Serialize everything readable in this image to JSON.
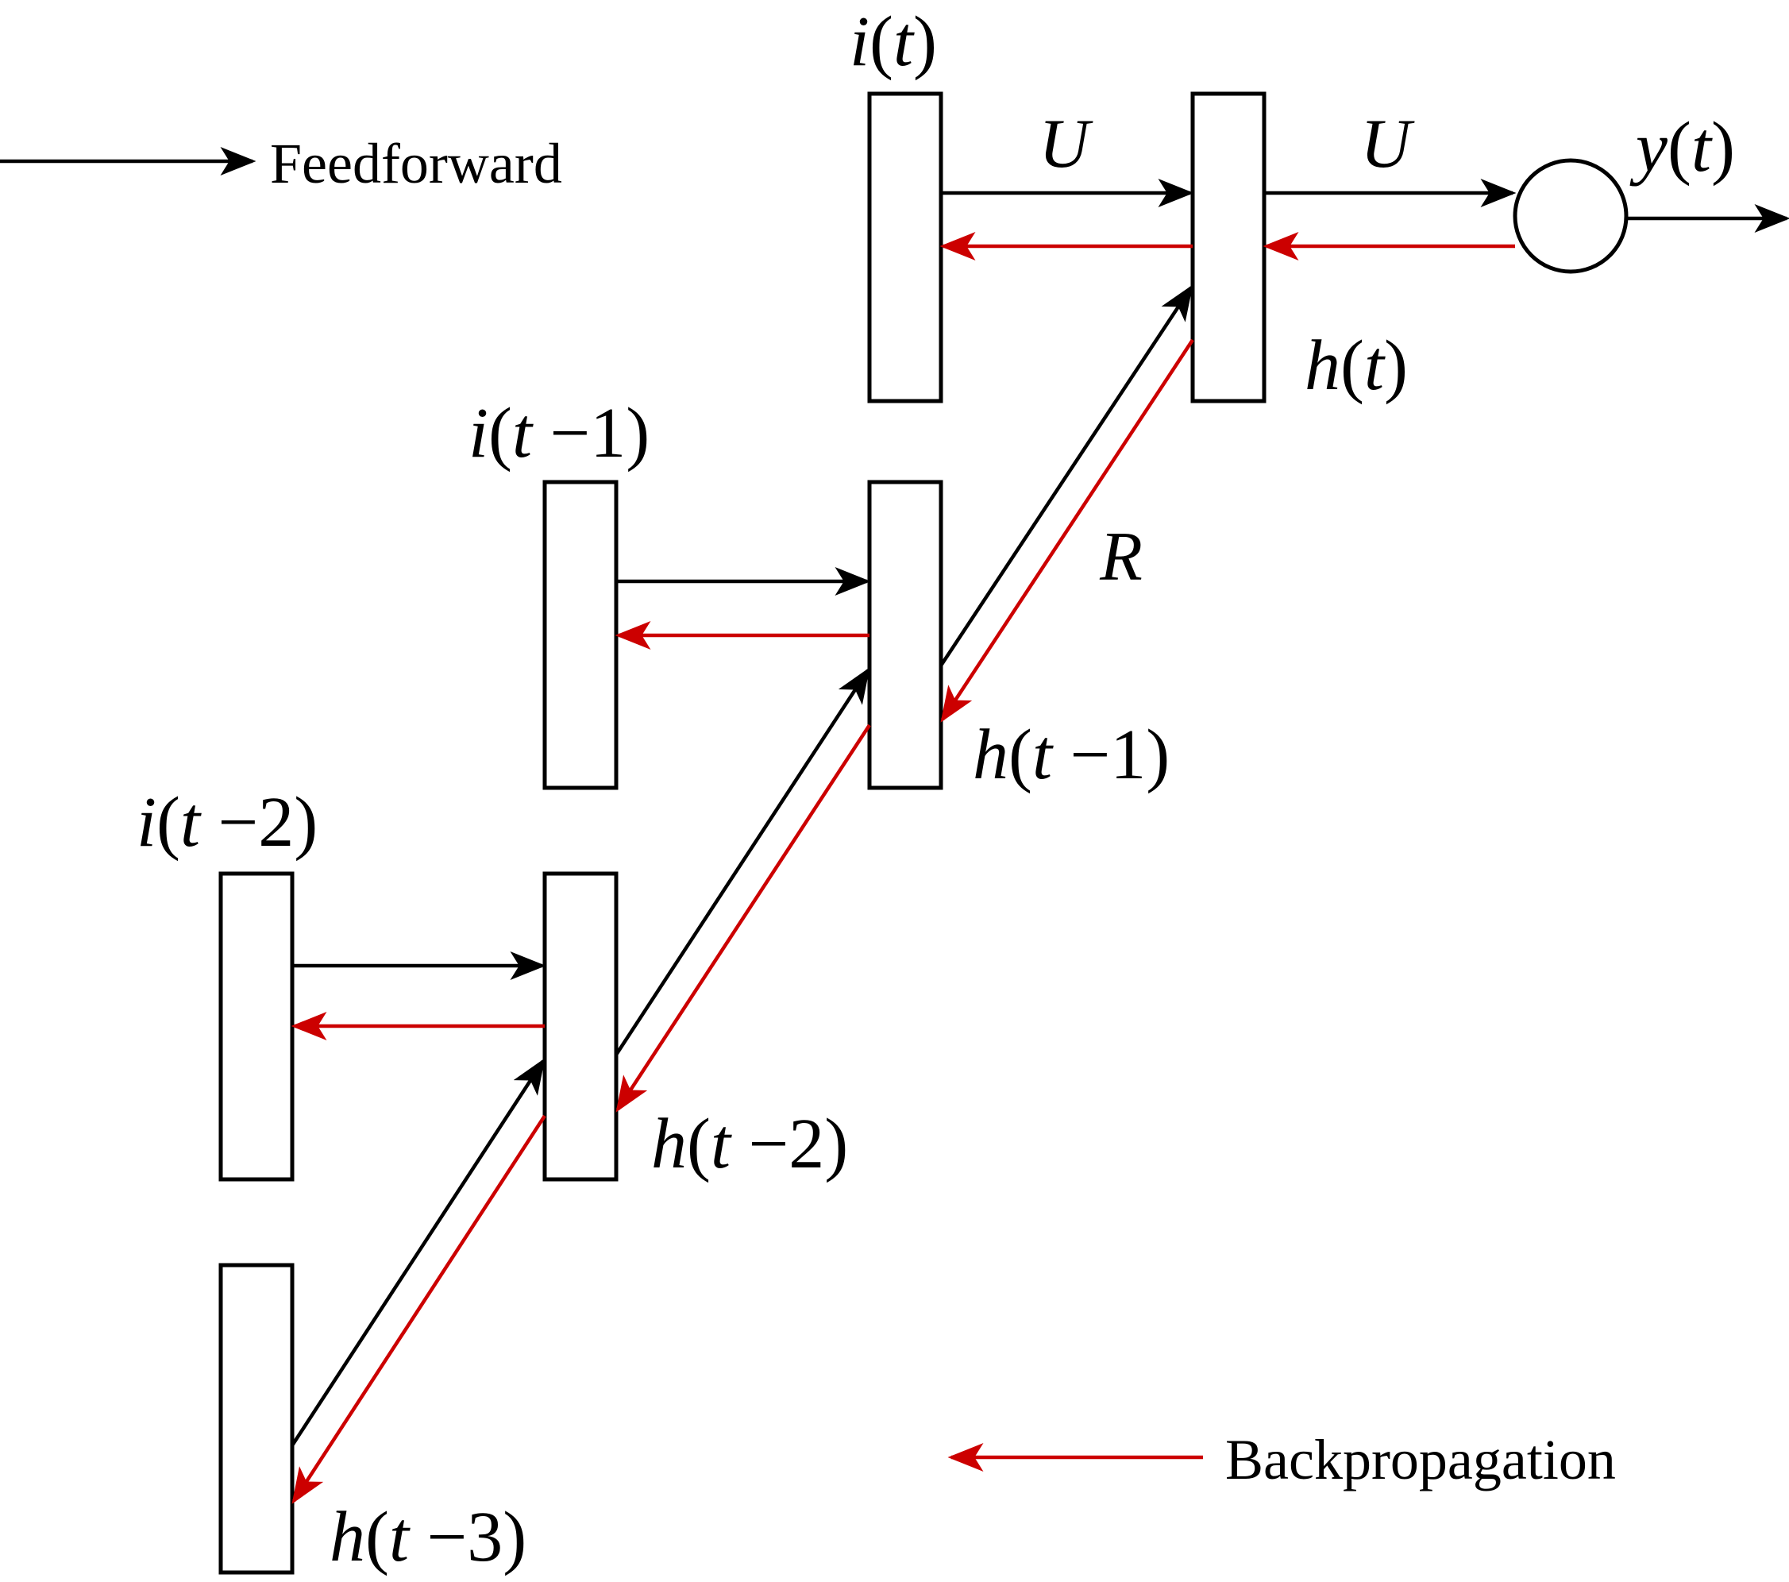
{
  "colors": {
    "feedforward": "#000000",
    "backpropagation": "#cc0000",
    "background": "#ffffff"
  },
  "legend": {
    "feedforward": "Feedforward",
    "backpropagation": "Backpropagation"
  },
  "weights": {
    "input_to_hidden": "U",
    "hidden_to_output": "U",
    "recurrent": "R"
  },
  "labels": {
    "inputs": {
      "t": {
        "fn": "i",
        "arg": "t",
        "op": "",
        "num": ""
      },
      "t1": {
        "fn": "i",
        "arg": "t",
        "op": "−",
        "num": "1"
      },
      "t2": {
        "fn": "i",
        "arg": "t",
        "op": "−",
        "num": "2"
      }
    },
    "hidden": {
      "t": {
        "fn": "h",
        "arg": "t",
        "op": "",
        "num": ""
      },
      "t1": {
        "fn": "h",
        "arg": "t",
        "op": "−",
        "num": "1"
      },
      "t2": {
        "fn": "h",
        "arg": "t",
        "op": "−",
        "num": "2"
      },
      "t3": {
        "fn": "h",
        "arg": "t",
        "op": "−",
        "num": "3"
      }
    },
    "output": {
      "fn": "y",
      "arg": "t"
    }
  }
}
